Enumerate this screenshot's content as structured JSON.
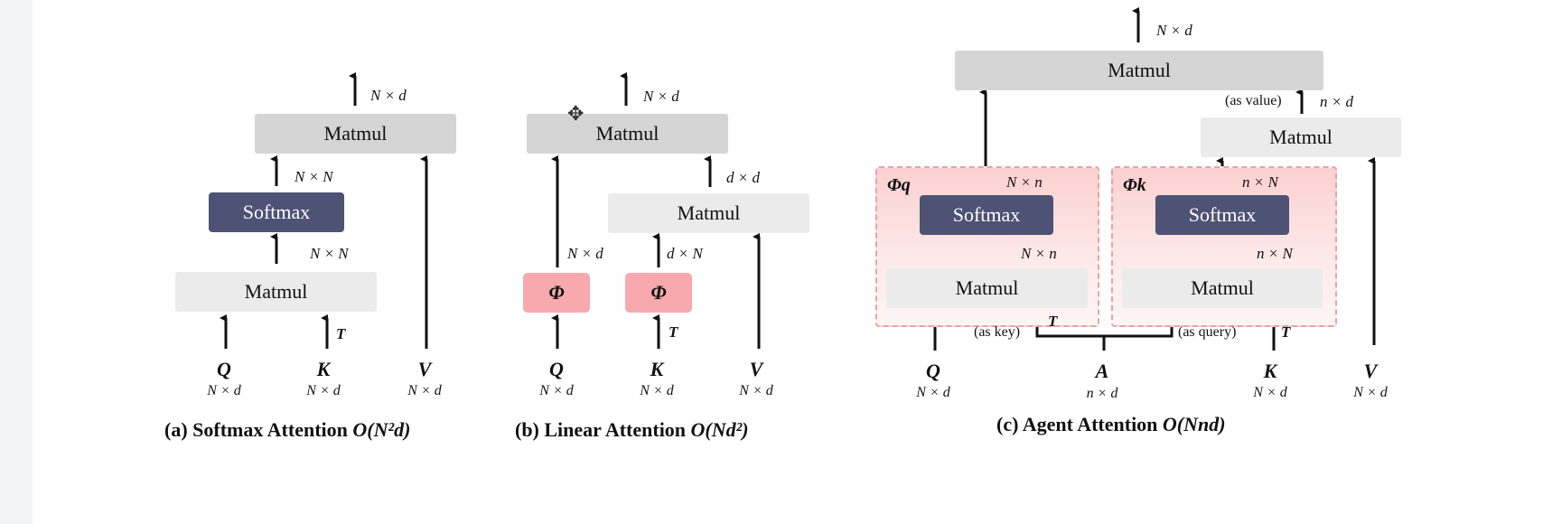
{
  "panels": {
    "a": {
      "caption_prefix": "(a) Softmax Attention ",
      "complexity": "O(N²d)",
      "matmul_top": "Matmul",
      "softmax": "Softmax",
      "matmul_bottom": "Matmul",
      "dim_out": "N × d",
      "dim_nn_upper": "N × N",
      "dim_nn_lower": "N × N",
      "transpose": "T",
      "inputs": [
        {
          "name": "Q",
          "dim": "N × d"
        },
        {
          "name": "K",
          "dim": "N × d"
        },
        {
          "name": "V",
          "dim": "N × d"
        }
      ]
    },
    "b": {
      "caption_prefix": "(b) Linear Attention ",
      "complexity": "O(Nd²)",
      "matmul_top": "Matmul",
      "matmul_mid": "Matmul",
      "phi": "Φ",
      "dim_out": "N × d",
      "dim_dd": "d × d",
      "dim_nd": "N × d",
      "dim_dn": "d × N",
      "transpose": "T",
      "inputs": [
        {
          "name": "Q",
          "dim": "N × d"
        },
        {
          "name": "K",
          "dim": "N × d"
        },
        {
          "name": "V",
          "dim": "N × d"
        }
      ]
    },
    "c": {
      "caption_prefix": "(c) Agent Attention ",
      "complexity": "O(Nnd)",
      "matmul_top": "Matmul",
      "matmul_right": "Matmul",
      "phi_q_label": "Φq",
      "phi_k_label": "Φk",
      "softmax": "Softmax",
      "matmul": "Matmul",
      "dim_out": "N × d",
      "dim_nd_small": "n × d",
      "as_value": "(as value)",
      "as_key": "(as key)",
      "as_query": "(as query)",
      "dim_q_upper": "N × n",
      "dim_q_lower": "N × n",
      "dim_k_upper": "n × N",
      "dim_k_lower": "n × N",
      "transpose": "T",
      "inputs": [
        {
          "name": "Q",
          "dim": "N × d"
        },
        {
          "name": "A",
          "dim": "n × d"
        },
        {
          "name": "K",
          "dim": "N × d"
        },
        {
          "name": "V",
          "dim": "N × d"
        }
      ]
    }
  },
  "colors": {
    "softmax_bg": "#4e5375",
    "phi_bg": "#f7a9ad",
    "matmul_dark": "#d5d5d5",
    "matmul_light": "#ebebeb",
    "group_border": "#e6a3a3"
  }
}
